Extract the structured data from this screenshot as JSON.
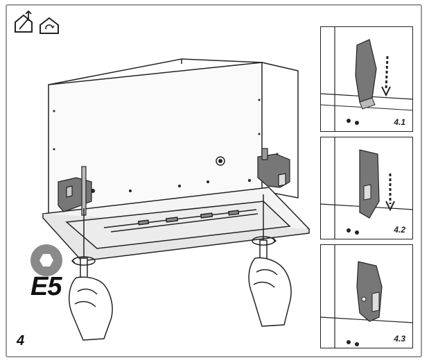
{
  "step": {
    "number": "4"
  },
  "tool": {
    "label": "E5"
  },
  "details": [
    {
      "label": "4.1"
    },
    {
      "label": "4.2"
    },
    {
      "label": "4.3"
    }
  ],
  "colors": {
    "ink": "#222222",
    "frame": "#9a9a9a",
    "bracket": "#666666"
  }
}
